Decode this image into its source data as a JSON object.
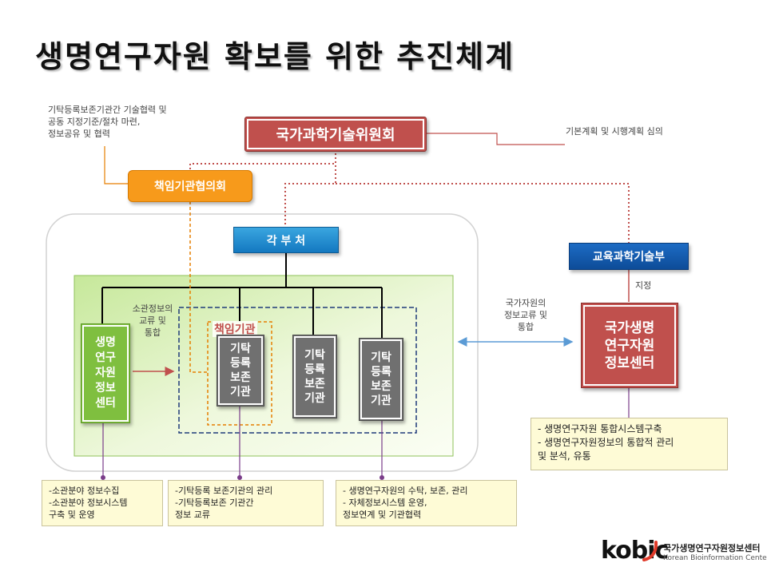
{
  "title": "생명연구자원 확보를 위한 추진체계",
  "top_left_note": "기탁등록보존기관간 기술협력 및\n공동 지정기준/절차 마련,\n정보공유 및 협력",
  "top_right_note": "기본계획 및 시행계획 심의",
  "committee": "국가과학기술위원회",
  "council": "책임기관협의회",
  "ministries": "각 부 처",
  "mest": "교육과학기술부",
  "designation": "지정",
  "jurisdiction_note": "소관정보의\n교류 및\n통합",
  "national_note": "국가자원의\n정보교류 및\n통합",
  "responsible_label": "책임기관",
  "info_center": "생명\n연구\n자원\n정보\n센터",
  "deposit_agency_1": "기탁\n등록\n보존\n기관",
  "deposit_agency_2": "기탁\n등록\n보존\n기관",
  "deposit_agency_3": "기탁\n등록\n보존\n기관",
  "national_center": "국가생명\n연구자원\n정보센터",
  "desc_national": "- 생명연구자원 통합시스템구축\n- 생명연구자원정보의 통합적 관리\n   및 분석, 유통",
  "desc_left": "-소관분야 정보수집\n-소관분야 정보시스템\n  구축 및 운영",
  "desc_mid": "-기탁등록 보존기관의 관리\n-기탁등록보존 기관간\n  정보 교류",
  "desc_right": "- 생명연구자원의 수탁, 보존, 관리\n- 자체정보시스템 운영,\n  정보연계 및 기관협력",
  "logo": {
    "word": "kobic",
    "name_ko": "국가생명연구자원정보센터",
    "name_en": "Korean Bioinformation Center"
  },
  "colors": {
    "red": "#c0504d",
    "orange": "#f79a1b",
    "blue": "#1f8fd0",
    "green": "#7fbf3f",
    "gray": "#707070"
  }
}
